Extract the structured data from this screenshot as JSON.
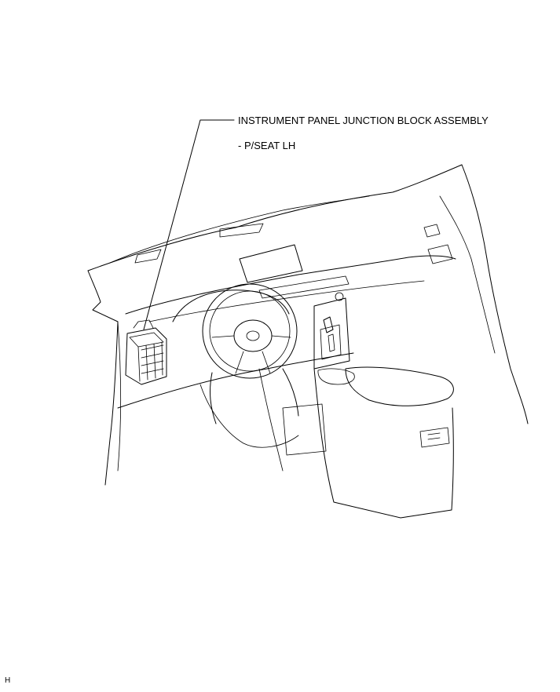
{
  "callout": {
    "component": "INSTRUMENT PANEL JUNCTION BLOCK ASSEMBLY",
    "note": "- P/SEAT LH"
  },
  "corner_mark": "H"
}
